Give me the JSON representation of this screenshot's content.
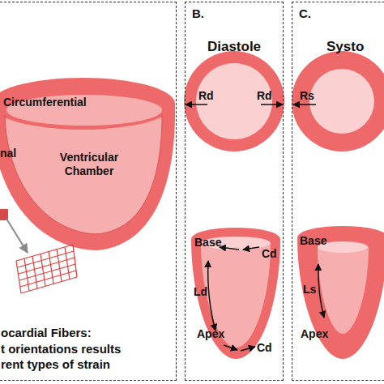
{
  "diagram": {
    "nodes": [
      {
        "text": [
          "ocardial Fibers:",
          "t orientations results rent types of strain"
        ]
      },
      {
        "text": [
          "B.",
          "Diastole"
        ]
      },
      {
        "text": [
          "C.",
          "Systo"
        ]
      }
    ],
    "labels": [
      "Circumferential",
      "nal",
      "Ventricular Chamber",
      "Rd",
      "Rd",
      "Base",
      "Cd",
      "Ld",
      "Apex",
      "Cd",
      "Rs",
      "Base",
      "Ls",
      "Apex"
    ]
  }
}
